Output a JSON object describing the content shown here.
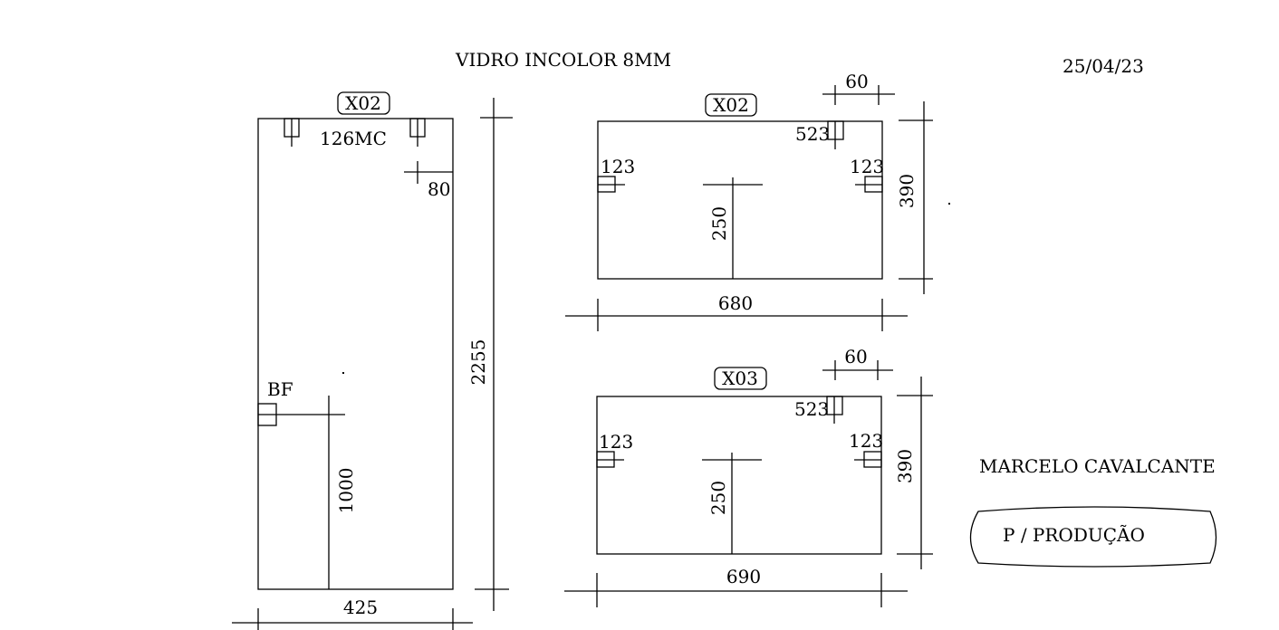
{
  "header": {
    "material": "VIDRO INCOLOR 8MM",
    "date": "25/04/23"
  },
  "piece_tall": {
    "tag": "X02",
    "hinge_label": "126MC",
    "offset_label": "80",
    "lock_label": "BF",
    "lock_height": "1000",
    "height": "2255",
    "width": "425"
  },
  "piece_top": {
    "tag": "X02",
    "corner_offset": "60",
    "hinge_label": "523",
    "left_hole": "123",
    "right_hole": "123",
    "center_height": "250",
    "height": "390",
    "width": "680"
  },
  "piece_bottom": {
    "tag": "X03",
    "corner_offset": "60",
    "hinge_label": "523",
    "left_hole": "123",
    "right_hole": "123",
    "center_height": "250",
    "height": "390",
    "width": "690"
  },
  "footer": {
    "author": "MARCELO CAVALCANTE",
    "status": "P / PRODUÇÃO"
  }
}
